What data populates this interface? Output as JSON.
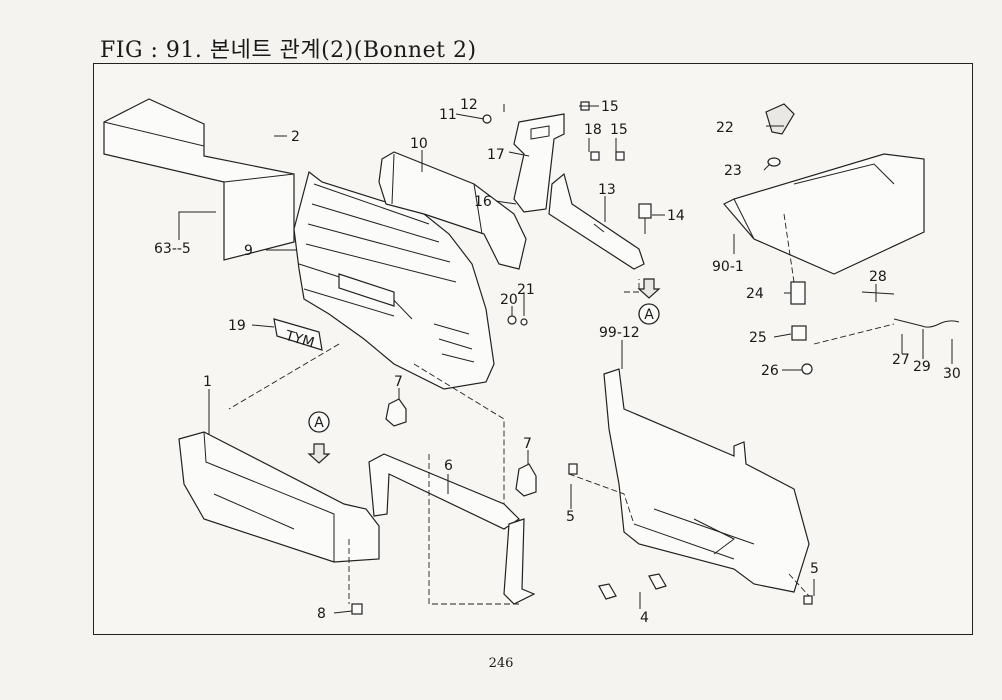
{
  "title": "FIG : 91. 본네트 관계(2)(Bonnet 2)",
  "page_number": "246",
  "callout_symbol": "A",
  "callouts": [
    {
      "id": "c-63-5",
      "text": "63--5"
    },
    {
      "id": "c-2",
      "text": "2"
    },
    {
      "id": "c-9",
      "text": "9"
    },
    {
      "id": "c-10",
      "text": "10"
    },
    {
      "id": "c-11",
      "text": "11"
    },
    {
      "id": "c-12",
      "text": "12"
    },
    {
      "id": "c-15a",
      "text": "15"
    },
    {
      "id": "c-18",
      "text": "18"
    },
    {
      "id": "c-15b",
      "text": "15"
    },
    {
      "id": "c-17",
      "text": "17"
    },
    {
      "id": "c-16",
      "text": "16"
    },
    {
      "id": "c-13",
      "text": "13"
    },
    {
      "id": "c-14",
      "text": "14"
    },
    {
      "id": "c-20",
      "text": "20"
    },
    {
      "id": "c-21",
      "text": "21"
    },
    {
      "id": "c-19",
      "text": "19"
    },
    {
      "id": "c-99-12",
      "text": "99-12"
    },
    {
      "id": "c-1",
      "text": "1"
    },
    {
      "id": "c-7a",
      "text": "7"
    },
    {
      "id": "c-7b",
      "text": "7"
    },
    {
      "id": "c-6",
      "text": "6"
    },
    {
      "id": "c-5a",
      "text": "5"
    },
    {
      "id": "c-5b",
      "text": "5"
    },
    {
      "id": "c-8",
      "text": "8"
    },
    {
      "id": "c-4",
      "text": "4"
    },
    {
      "id": "c-22",
      "text": "22"
    },
    {
      "id": "c-23",
      "text": "23"
    },
    {
      "id": "c-90-1",
      "text": "90-1"
    },
    {
      "id": "c-24",
      "text": "24"
    },
    {
      "id": "c-28",
      "text": "28"
    },
    {
      "id": "c-25",
      "text": "25"
    },
    {
      "id": "c-27",
      "text": "27"
    },
    {
      "id": "c-29",
      "text": "29"
    },
    {
      "id": "c-30",
      "text": "30"
    },
    {
      "id": "c-26",
      "text": "26"
    }
  ],
  "emblem_text": "TYM"
}
